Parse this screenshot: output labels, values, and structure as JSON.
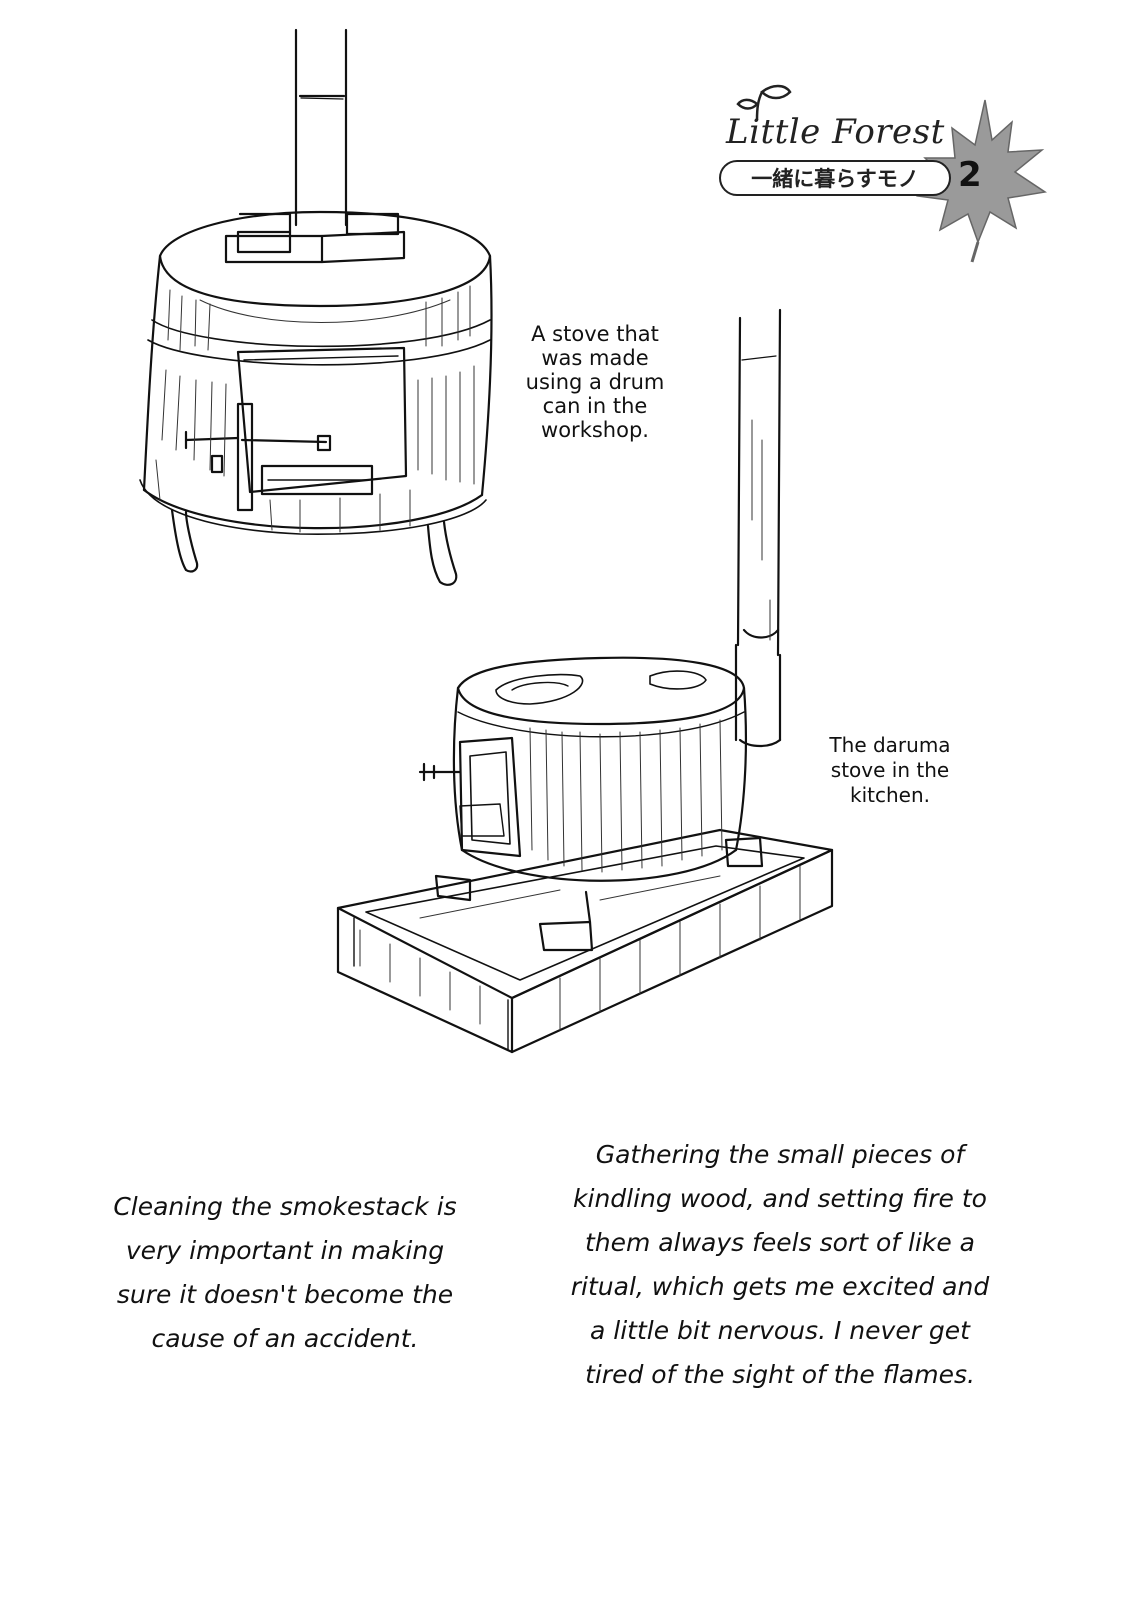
{
  "header": {
    "series_title": "Little Forest",
    "series_subtitle": "一緒に暮らすモノ",
    "volume_number": "2",
    "logo_icons": [
      "sprout-icon",
      "maple-leaf-icon"
    ]
  },
  "captions": {
    "drum_stove": [
      "A stove that",
      "was made",
      "using a drum",
      "can in the",
      "workshop."
    ],
    "daruma_stove": [
      "The daruma",
      "stove in the",
      "kitchen."
    ]
  },
  "body_text": {
    "left": [
      "Cleaning the smokestack is",
      "very important in making",
      "sure it doesn't become the",
      "cause of an accident."
    ],
    "right": [
      "Gathering the small pieces of",
      "kindling wood, and setting fire to",
      "them always feels sort of like a",
      "ritual, which gets me excited and",
      "a little bit nervous. I never get",
      "tired of the sight of the flames."
    ]
  },
  "illustrations": [
    "drum-can-stove",
    "daruma-stove"
  ],
  "colors": {
    "ink": "#111111",
    "leaf": "#9a9a9a",
    "paper": "#ffffff"
  }
}
